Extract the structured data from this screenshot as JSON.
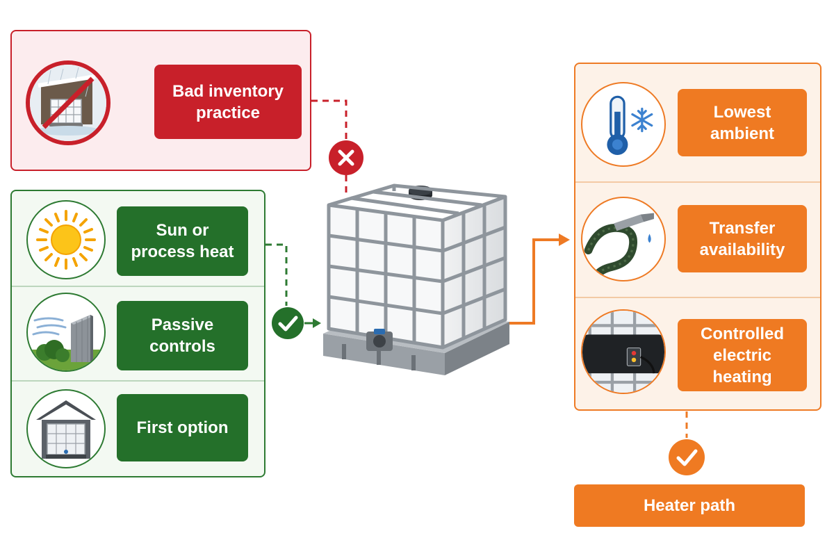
{
  "bad_practice": {
    "label": "Bad inventory practice",
    "icon": "snowy-shed-prohibited-icon"
  },
  "good_options": [
    {
      "label": "Sun or process heat",
      "icon": "sun-icon"
    },
    {
      "label": "Passive controls",
      "icon": "windbreak-icon"
    },
    {
      "label": "First option",
      "icon": "heated-shelter-icon"
    }
  ],
  "heater_steps": [
    {
      "label": "Lowest ambient",
      "icon": "thermometer-snowflake-icon"
    },
    {
      "label": "Transfer availability",
      "icon": "transfer-hose-icon"
    },
    {
      "label": "Controlled electric heating",
      "icon": "heating-blanket-icon"
    }
  ],
  "heater_path": {
    "label": "Heater path"
  },
  "center_object": "ibc-tote-icon",
  "colors": {
    "bad": "#c8202a",
    "good": "#24702a",
    "heater": "#ef7a22"
  }
}
